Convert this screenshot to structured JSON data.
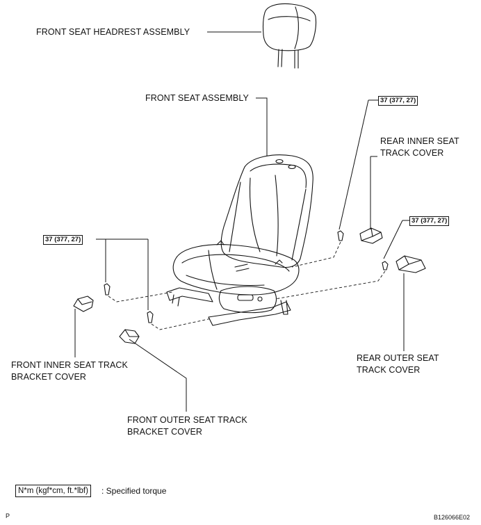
{
  "labels": {
    "headrest": "FRONT SEAT HEADREST ASSEMBLY",
    "seat": "FRONT SEAT ASSEMBLY",
    "rear_inner": [
      "REAR  INNER SEAT",
      "TRACK COVER"
    ],
    "rear_outer": [
      "REAR OUTER SEAT",
      "TRACK COVER"
    ],
    "front_inner": [
      "FRONT INNER SEAT TRACK",
      "BRACKET COVER"
    ],
    "front_outer": [
      "FRONT OUTER SEAT TRACK",
      "BRACKET COVER"
    ]
  },
  "torques": {
    "rear_inner": "37 (377, 27)",
    "rear_outer": "37 (377, 27)",
    "front": "37 (377, 27)"
  },
  "legend": {
    "box": "N*m (kgf*cm, ft.*lbf)",
    "text": ": Specified torque"
  },
  "corner": {
    "left": "P",
    "right": "B126066E02"
  }
}
